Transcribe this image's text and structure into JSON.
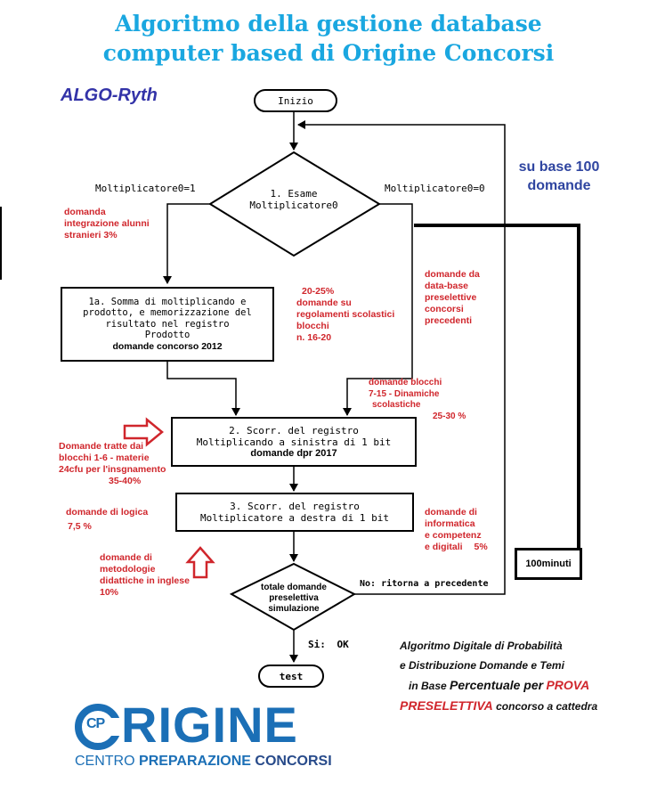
{
  "header": {
    "title_line1": "Algoritmo della gestione database",
    "title_line2": "computer based di Origine Concorsi",
    "subtitle": "ALGO-Ryth"
  },
  "flow": {
    "start": "Inizio",
    "decision1_line1": "1. Esame",
    "decision1_line2": "Moltiplicatore0",
    "branch_left": "Moltiplicatore0=1",
    "branch_right": "Moltiplicatore0=0",
    "step1a_line1": "1a. Somma di moltiplicando e",
    "step1a_line2": "prodotto, e memorizzazione del",
    "step1a_line3": "risultato nel registro",
    "step1a_line4": "Prodotto",
    "step1a_sub": "domande concorso 2012",
    "step2_line1": "2. Scorr. del registro",
    "step2_line2": "Moltiplicando a sinistra di 1 bit",
    "step2_sub": "domande dpr 2017",
    "step3_line1": "3. Scorr. del registro",
    "step3_line2": "Moltiplicatore a destra di 1 bit",
    "decision2_line1": "totale domande",
    "decision2_line2": "preselettiva",
    "decision2_line3": "simulazione",
    "no_label": "No:  ritorna a precedente",
    "yes_label": "Si:",
    "yes_ok": "OK",
    "end": "test",
    "minutes_box": "100minuti"
  },
  "notes": {
    "base": [
      "su base 100",
      "domande"
    ],
    "integrazione": [
      "domanda",
      "integrazione alunni",
      "stranieri 3%"
    ],
    "regolamenti": [
      "20-25%",
      "domande su",
      "regolamenti scolastici",
      "blocchi",
      "n. 16-20"
    ],
    "database": [
      "domande da",
      "data-base",
      "preselettive",
      "concorsi",
      "precedenti"
    ],
    "blocchi": [
      "domande blocchi",
      "7-15 - Dinamiche",
      "scolastiche",
      "25-30 %"
    ],
    "materie": [
      "Domande tratte dai",
      "blocchi 1-6 - materie",
      "24cfu per l'insgnamento",
      "35-40%"
    ],
    "logica": [
      "domande di logica",
      "7,5 %"
    ],
    "informatica": [
      "domande di",
      "informatica",
      "e competenz",
      "e digitali",
      "5%"
    ],
    "metodologie": [
      "domande di",
      "metodologie",
      "didattiche in inglese",
      "10%"
    ]
  },
  "legend": {
    "line1": "Algoritmo Digitale di Probabilità",
    "line2": "e   Distribuzione Domande e Temi",
    "line3_a": "in Base",
    "line3_b": "Percentuale per",
    "line3_c": "PROVA",
    "line4_a": "PRESELETTIVA",
    "line4_b": "concorso a cattedra"
  },
  "logo": {
    "mark": "CP",
    "word": "RIGINE",
    "tagline_a": "CENTRO",
    "tagline_b": "PREPARAZIONE",
    "tagline_c": "CONCORSI"
  },
  "colors": {
    "title": "#1aa7e0",
    "note_red": "#d0262c",
    "note_blue": "#2f45a0",
    "logo_blue": "#1b6fb6"
  }
}
